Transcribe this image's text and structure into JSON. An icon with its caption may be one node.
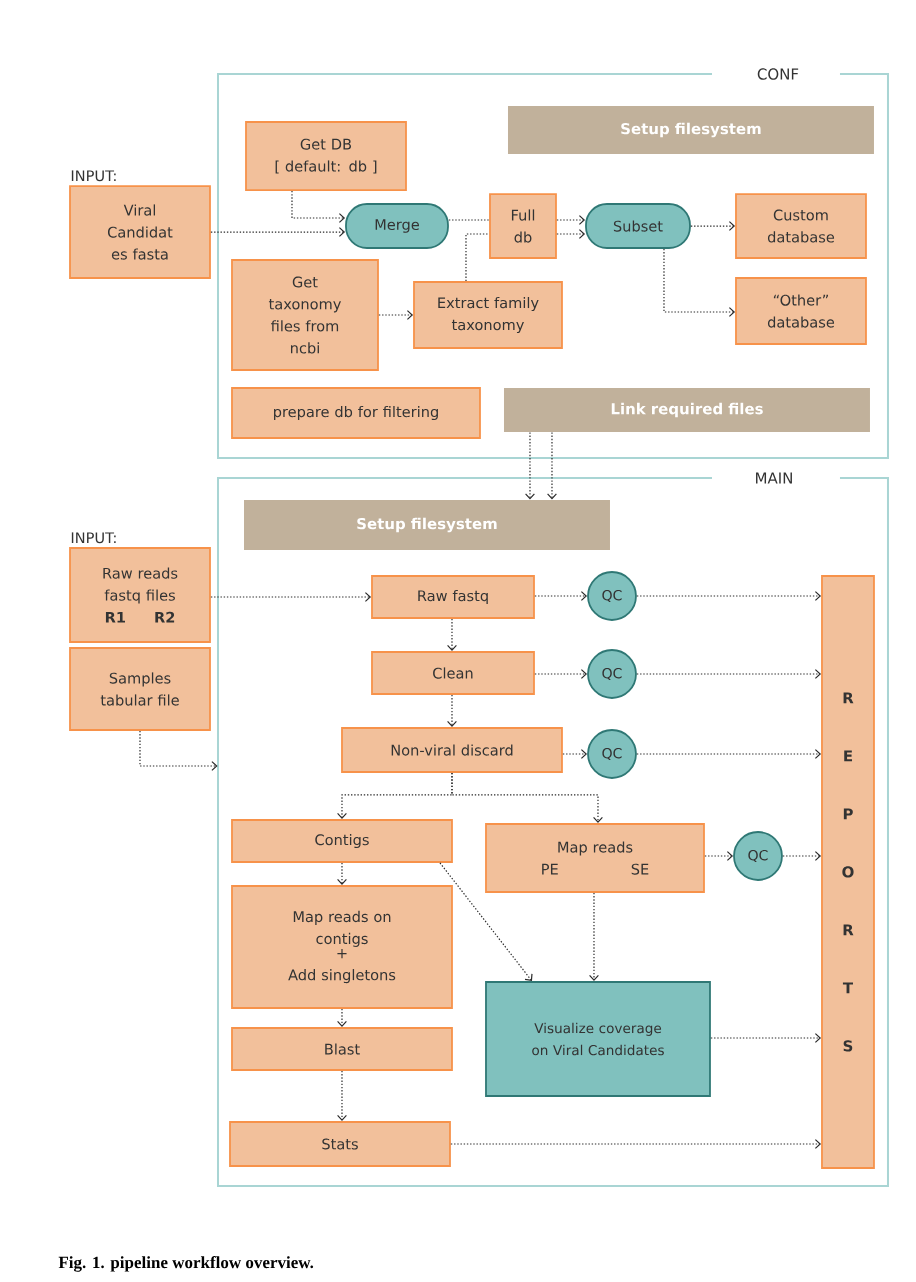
{
  "diagram": {
    "caption": "Fig. 1. pipeline workflow overview.",
    "nodes": [
      {
        "text": [
          "CONF"
        ]
      },
      {
        "text": [
          "Setup filesystem"
        ],
        "in": 0
      },
      {
        "text": [
          "Get DB",
          "[ default: db ]"
        ],
        "in": 0
      },
      {
        "text": [
          "INPUT:",
          "Viral Candidat es fasta"
        ]
      },
      {
        "text": [
          "Merge"
        ],
        "in": 0
      },
      {
        "text": [
          "Full db"
        ],
        "in": 0
      },
      {
        "text": [
          "Subset"
        ],
        "in": 0
      },
      {
        "text": [
          "Custom database"
        ],
        "in": 0
      },
      {
        "text": [
          "Get taxonomy files from ncbi"
        ],
        "in": 0
      },
      {
        "text": [
          "Extract family taxonomy"
        ],
        "in": 0
      },
      {
        "text": [
          "“Other” database"
        ],
        "in": 0
      },
      {
        "text": [
          "prepare db for filtering"
        ],
        "in": 0
      },
      {
        "text": [
          "Link required files"
        ],
        "in": 0
      },
      {
        "text": [
          "MAIN"
        ]
      },
      {
        "text": [
          "Setup filesystem"
        ],
        "in": 13
      },
      {
        "text": [
          "INPUT:",
          "Raw reads fastq files",
          "R1",
          "R2"
        ]
      },
      {
        "text": [
          "Samples tabular file"
        ]
      },
      {
        "text": [
          "Raw fastq"
        ],
        "in": 13
      },
      {
        "text": [
          "QC"
        ],
        "in": 13
      },
      {
        "text": [
          "Clean"
        ],
        "in": 13
      },
      {
        "text": [
          "QC"
        ],
        "in": 13
      },
      {
        "text": [
          "Non-viral discard"
        ],
        "in": 13
      },
      {
        "text": [
          "QC"
        ],
        "in": 13
      },
      {
        "text": [
          "R E P O R T S"
        ],
        "in": 13
      },
      {
        "text": [
          "Contigs"
        ],
        "in": 13
      },
      {
        "text": [
          "Map reads",
          "PE",
          "SE"
        ],
        "in": 13
      },
      {
        "text": [
          "QC"
        ],
        "in": 13
      },
      {
        "text": [
          "Map reads on contigs",
          "+",
          "Add singletons"
        ],
        "in": 13
      },
      {
        "text": [
          "Visualize coverage on Viral Candidates"
        ],
        "in": 13
      },
      {
        "text": [
          "Blast"
        ],
        "in": 13
      },
      {
        "text": [
          "Stats"
        ],
        "in": 13
      }
    ],
    "edges": [
      {
        "from": 2,
        "to": 4,
        "arrow": "to"
      },
      {
        "from": 3,
        "to": 4,
        "arrow": "to"
      },
      {
        "from": 4,
        "to": 5,
        "arrow": "none"
      },
      {
        "from": 9,
        "to": 5,
        "arrow": "none"
      },
      {
        "from": 5,
        "to": 6,
        "arrow": "to"
      },
      {
        "from": 5,
        "to": 6,
        "arrow": "to"
      },
      {
        "from": 8,
        "to": 9,
        "arrow": "to"
      },
      {
        "from": 6,
        "to": 7,
        "arrow": "to"
      },
      {
        "from": 6,
        "to": 10,
        "arrow": "to"
      },
      {
        "from": 12,
        "to": 14,
        "arrow": "to"
      },
      {
        "from": 12,
        "to": 14,
        "arrow": "to"
      },
      {
        "from": 15,
        "to": 17,
        "arrow": "to"
      },
      {
        "from": 16,
        "to": 13,
        "arrow": "to"
      },
      {
        "from": 17,
        "to": 18,
        "arrow": "to"
      },
      {
        "from": 18,
        "to": 23,
        "arrow": "to"
      },
      {
        "from": 17,
        "to": 19,
        "arrow": "to"
      },
      {
        "from": 19,
        "to": 20,
        "arrow": "to"
      },
      {
        "from": 20,
        "to": 23,
        "arrow": "to"
      },
      {
        "from": 19,
        "to": 21,
        "arrow": "to"
      },
      {
        "from": 21,
        "to": 22,
        "arrow": "to"
      },
      {
        "from": 22,
        "to": 23,
        "arrow": "to"
      },
      {
        "from": 21,
        "to": 24,
        "arrow": "to"
      },
      {
        "from": 21,
        "to": 25,
        "arrow": "to"
      },
      {
        "from": 24,
        "to": 27,
        "arrow": "to"
      },
      {
        "from": 24,
        "to": 28,
        "arrow": "to"
      },
      {
        "from": 25,
        "to": 28,
        "arrow": "to"
      },
      {
        "from": 25,
        "to": 26,
        "arrow": "to"
      },
      {
        "from": 26,
        "to": 23,
        "arrow": "to"
      },
      {
        "from": 27,
        "to": 29,
        "arrow": "to"
      },
      {
        "from": 29,
        "to": 30,
        "arrow": "to"
      },
      {
        "from": 28,
        "to": 23,
        "arrow": "to"
      },
      {
        "from": 30,
        "to": 23,
        "arrow": "to"
      }
    ]
  }
}
